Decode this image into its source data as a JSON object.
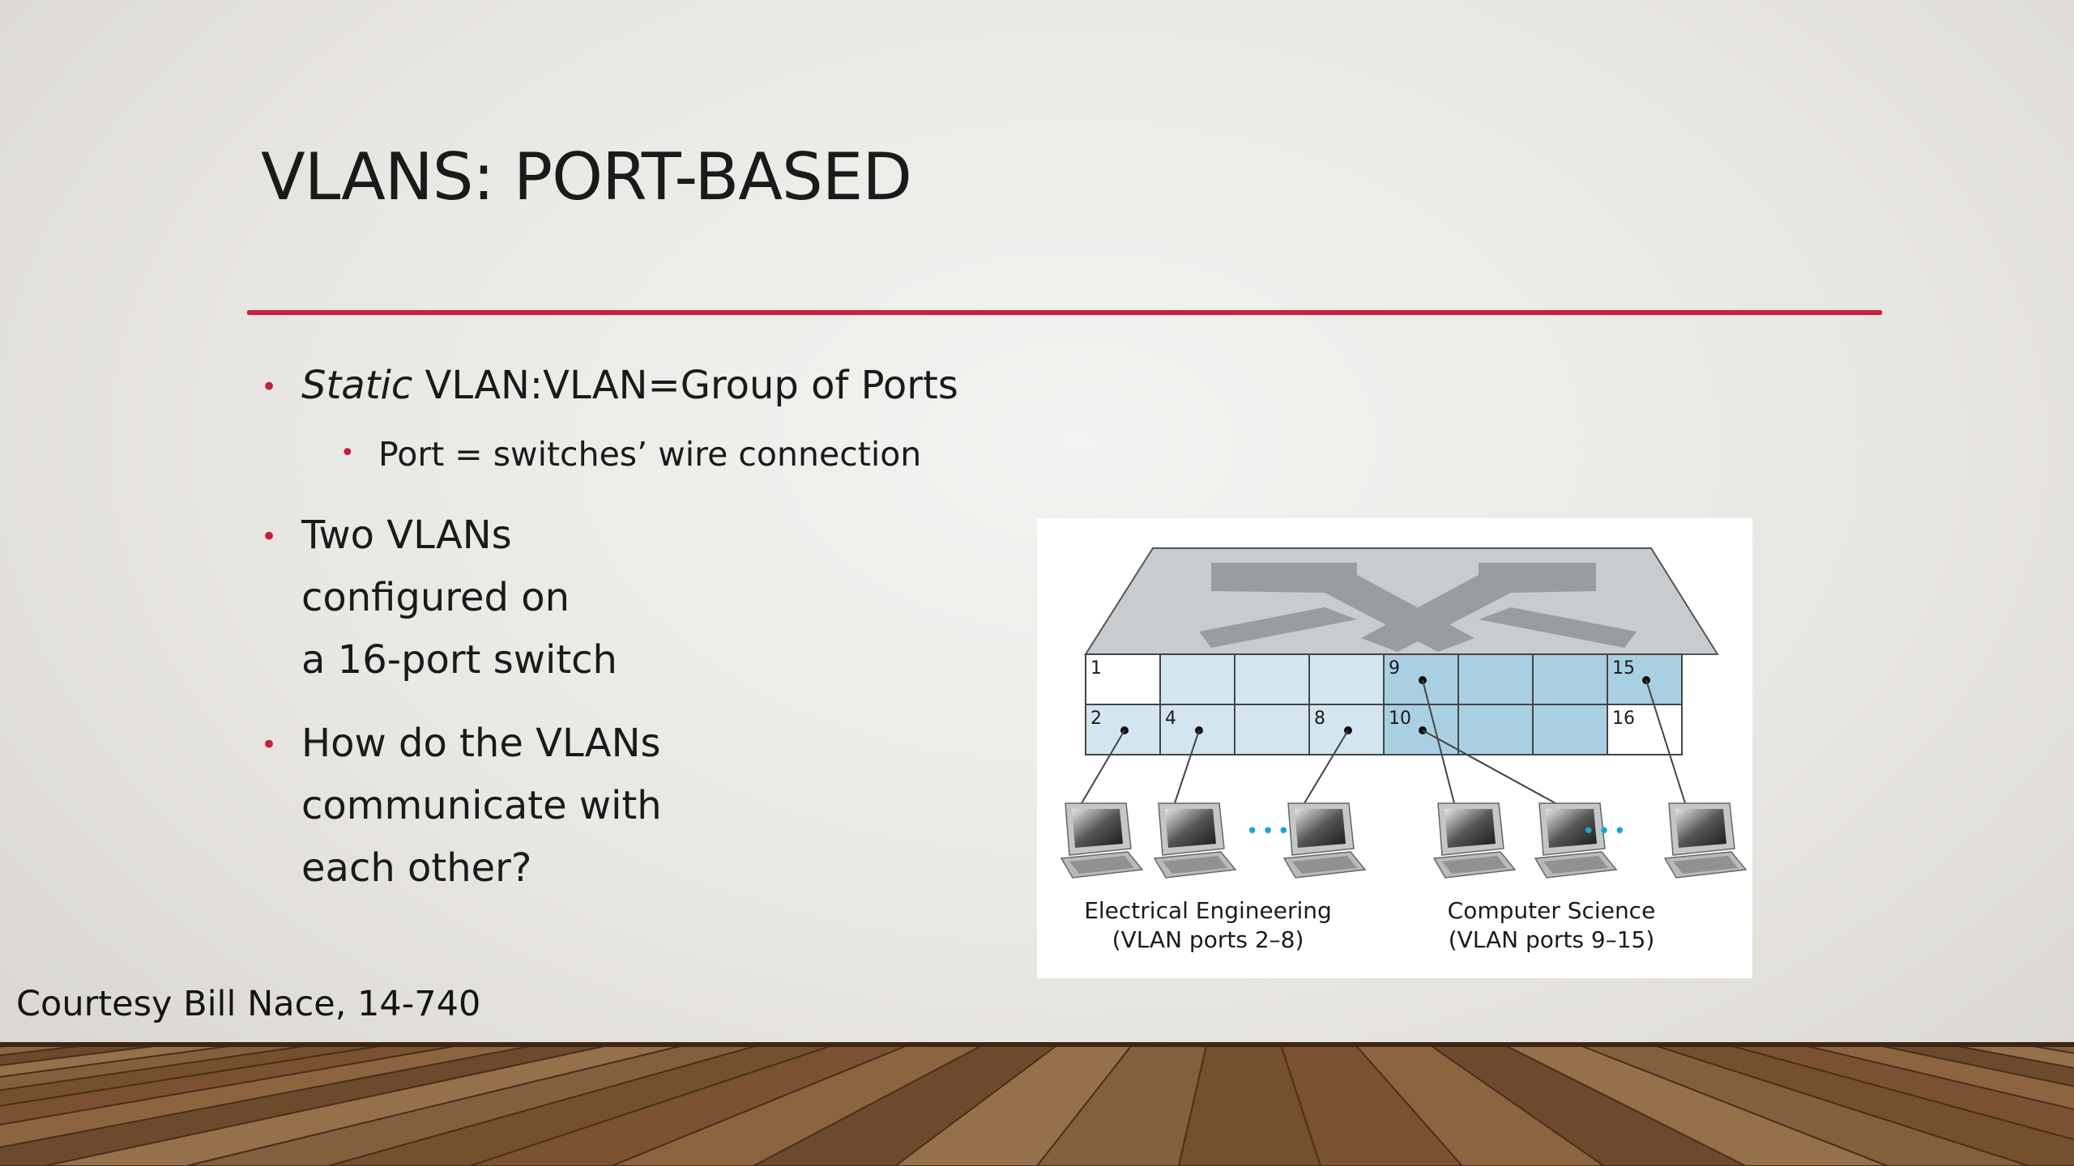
{
  "slide": {
    "title": "VLANS: PORT-BASED",
    "bullets": [
      {
        "prefix_italic": "Static",
        "text": " VLAN:VLAN=Group of Ports"
      },
      {
        "text": "Port = switches’ wire connection"
      },
      {
        "lines": [
          "Two VLANs",
          "configured on",
          "a 16-port switch"
        ]
      },
      {
        "lines": [
          "How do the VLANs",
          "communicate with",
          "each other?"
        ]
      }
    ],
    "courtesy": "Courtesy Bill Nace, 14-740",
    "accent_color": "#c8203f"
  },
  "figure": {
    "top_row_ports": [
      "1",
      "",
      "",
      "",
      "9",
      "",
      "",
      "15"
    ],
    "bottom_row_ports": [
      "2",
      "4",
      "",
      "8",
      "10",
      "",
      "",
      "16"
    ],
    "ellipsis": "•••",
    "groups": [
      {
        "name": "Electrical Engineering",
        "ports": "(VLAN ports 2–8)"
      },
      {
        "name": "Computer Science",
        "ports": "(VLAN ports 9–15)"
      }
    ],
    "colors": {
      "ee_port": "#d3e6ef",
      "cs_port": "#a9d0e2",
      "unused_port": "#ffffff",
      "switch_top": "#c9ccce",
      "x_mark": "#9a9d9f",
      "dots": "#1aa3d6"
    }
  }
}
